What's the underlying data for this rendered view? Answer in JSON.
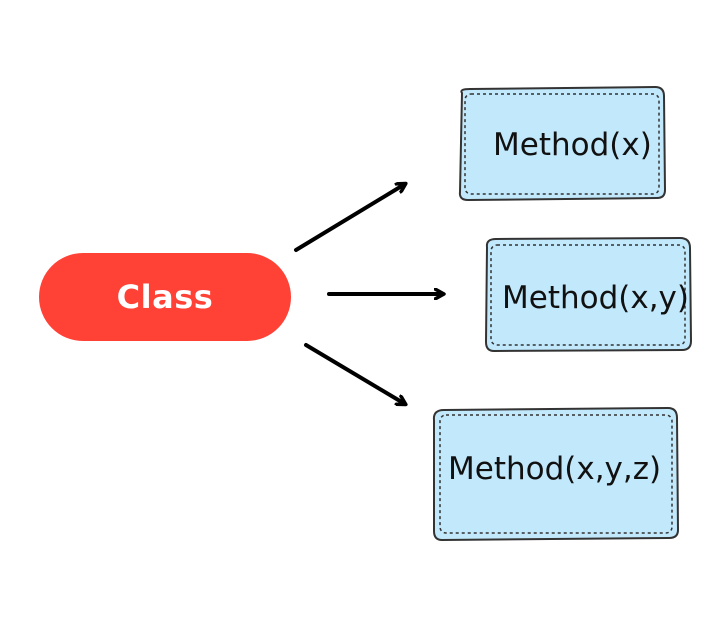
{
  "class_node": {
    "label": "Class",
    "fill": "#ff4136",
    "text_color": "#ffffff"
  },
  "method_style": {
    "fill": "#c2e8fb",
    "stroke": "#333333"
  },
  "methods": [
    {
      "label": "Method(x)"
    },
    {
      "label": "Method(x,y)"
    },
    {
      "label": "Method(x,y,z)"
    }
  ]
}
